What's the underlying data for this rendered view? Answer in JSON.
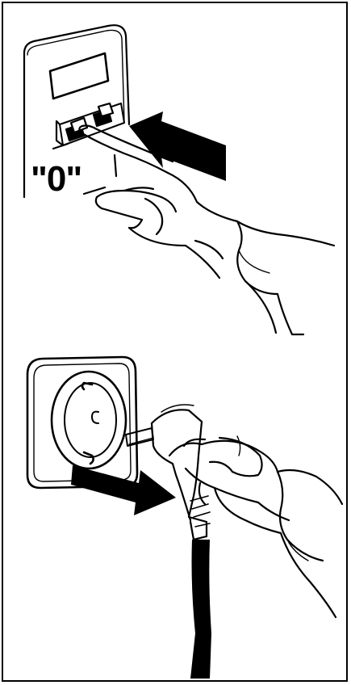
{
  "panels": [
    {
      "id": "switch-off",
      "caption": "\"0\""
    },
    {
      "id": "unplug"
    }
  ],
  "colors": {
    "ink": "#000000",
    "paper": "#ffffff"
  },
  "icons": [
    "arrow-icon",
    "hand-icon",
    "plug-icon",
    "socket-icon",
    "control-panel-icon"
  ]
}
